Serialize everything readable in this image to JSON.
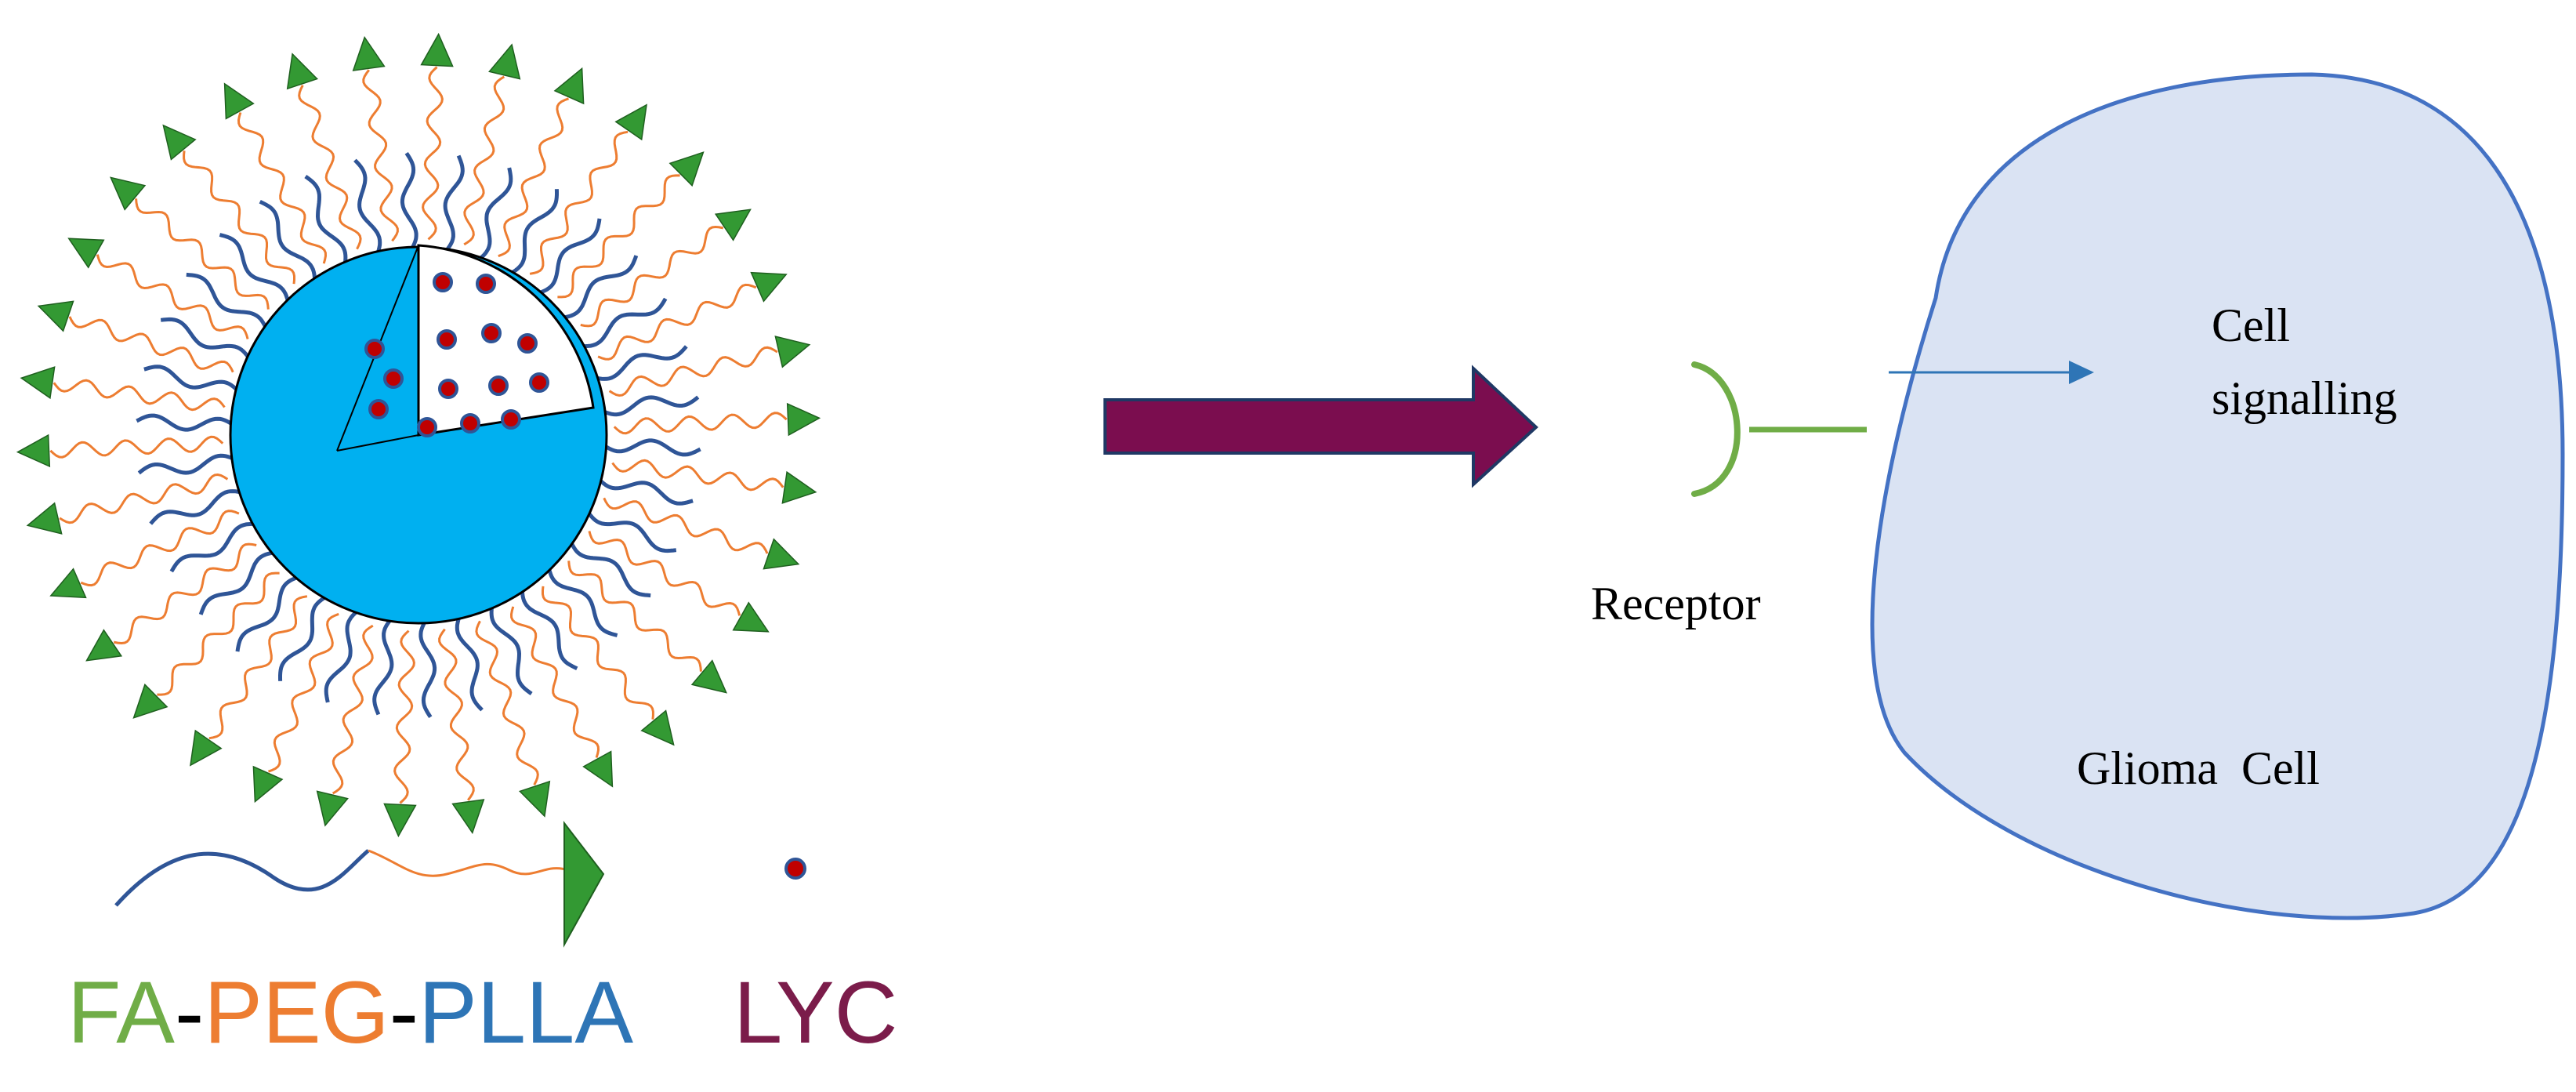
{
  "diagram": {
    "legend": {
      "fa": "FA",
      "sep1": "-",
      "peg": "PEG",
      "sep2": "-",
      "plla": "PLLA",
      "lyc": "LYC"
    },
    "labels": {
      "receptor": "Receptor",
      "cell_signalling_line1": "Cell",
      "cell_signalling_line2": "signalling",
      "glioma_cell": "Glioma  Cell"
    },
    "colors": {
      "fa_green": "#70ad47",
      "peg_orange": "#ed7d31",
      "plla_blue": "#2e75b6",
      "plla_chain": "#2f5597",
      "core_blue": "#00b0f0",
      "triangle_green": "#339933",
      "arrow_purple": "#7b0d4f",
      "cell_fill": "#dae3f3",
      "cell_stroke": "#4472c4",
      "lyc_text": "#7b1c4a",
      "dot_fill": "#c00000",
      "dot_stroke": "#2f5597"
    }
  }
}
